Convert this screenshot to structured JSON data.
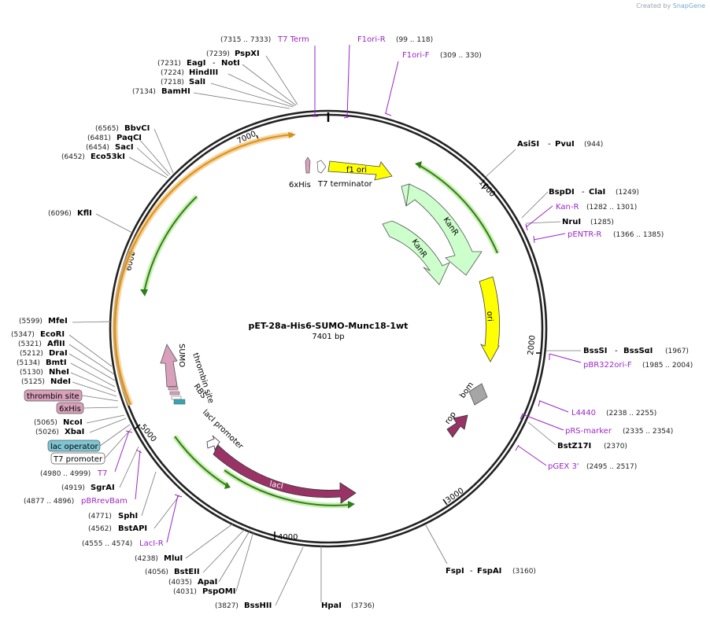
{
  "credit": {
    "prefix": "Created by",
    "brand": "SnapGene"
  },
  "plasmid": {
    "name": "pET-28a-His6-SUMO-Munc18-1wt",
    "size": "7401 bp"
  },
  "ticks": [
    "1000",
    "2000",
    "3000",
    "4000",
    "5000",
    "6000",
    "7000"
  ],
  "colors": {
    "ori": "#ffff00",
    "kanr": "#ccffcc",
    "laci": "#993366",
    "sumo": "#d9a0bb",
    "bom": "#a6a6a6",
    "rop": "#993366",
    "f1ori": "#ffff00"
  },
  "features": {
    "f1ori": "f1 ori",
    "kanr1": "KanR",
    "kanr2": "KanR",
    "ori": "ori",
    "bom": "bom",
    "rop": "rop",
    "laci": "lacI",
    "laci_promoter": "lacI promoter",
    "sumo": "SUMO",
    "thrombin_site": "thrombin site",
    "rbs": "RBS",
    "his6": "6xHis",
    "t7_terminator": "T7 terminator"
  },
  "enzymes": [
    {
      "pos": "(7239)",
      "name": "PspXI"
    },
    {
      "pos": "(7231)",
      "name": "EagI",
      "name2": "NotI"
    },
    {
      "pos": "(7224)",
      "name": "HindIII"
    },
    {
      "pos": "(7218)",
      "name": "SalI"
    },
    {
      "pos": "(7134)",
      "name": "BamHI"
    },
    {
      "pos": "(6565)",
      "name": "BbvCI"
    },
    {
      "pos": "(6481)",
      "name": "PaqCI"
    },
    {
      "pos": "(6454)",
      "name": "SacI"
    },
    {
      "pos": "(6452)",
      "name": "Eco53kI"
    },
    {
      "pos": "(6096)",
      "name": "KflI"
    },
    {
      "pos": "(5599)",
      "name": "MfeI"
    },
    {
      "pos": "(5347)",
      "name": "EcoRI"
    },
    {
      "pos": "(5321)",
      "name": "AflII"
    },
    {
      "pos": "(5212)",
      "name": "DraI"
    },
    {
      "pos": "(5134)",
      "name": "BmtI"
    },
    {
      "pos": "(5130)",
      "name": "NheI"
    },
    {
      "pos": "(5125)",
      "name": "NdeI"
    },
    {
      "pos": "(5065)",
      "name": "NcoI"
    },
    {
      "pos": "(5026)",
      "name": "XbaI"
    },
    {
      "pos": "(4919)",
      "name": "SgrAI"
    },
    {
      "pos": "(4771)",
      "name": "SphI"
    },
    {
      "pos": "(4562)",
      "name": "BstAPI"
    },
    {
      "pos": "(4238)",
      "name": "MluI"
    },
    {
      "pos": "(4056)",
      "name": "BstEII"
    },
    {
      "pos": "(4035)",
      "name": "ApaI"
    },
    {
      "pos": "(4031)",
      "name": "PspOMI"
    },
    {
      "pos": "(3827)",
      "name": "BssHII"
    },
    {
      "name": "HpaI",
      "pos": "(3736)"
    },
    {
      "name": "FspI",
      "name2": "FspAI",
      "pos": "(3160)"
    },
    {
      "name": "BstZ17I",
      "pos": "(2370)"
    },
    {
      "name": "BssSI",
      "name2": "BssSαI",
      "pos": "(1967)"
    },
    {
      "name": "NruI",
      "pos": "(1285)"
    },
    {
      "name": "BspDI",
      "name2": "ClaI",
      "pos": "(1249)"
    },
    {
      "name": "AsiSI",
      "name2": "PvuI",
      "pos": "(944)"
    }
  ],
  "primers": [
    {
      "range": "(7315 .. 7333)",
      "name": "T7 Term"
    },
    {
      "name": "F1ori-R",
      "range": "(99 .. 118)"
    },
    {
      "name": "F1ori-F",
      "range": "(309 .. 330)"
    },
    {
      "name": "Kan-R",
      "range": "(1282 .. 1301)"
    },
    {
      "name": "pENTR-R",
      "range": "(1366 .. 1385)"
    },
    {
      "name": "pBR322ori-F",
      "range": "(1985 .. 2004)"
    },
    {
      "name": "L4440",
      "range": "(2238 .. 2255)"
    },
    {
      "name": "pRS-marker",
      "range": "(2335 .. 2354)"
    },
    {
      "name": "pGEX 3'",
      "range": "(2495 .. 2517)"
    },
    {
      "range": "(4980 .. 4999)",
      "name": "T7"
    },
    {
      "range": "(4877 .. 4896)",
      "name": "pBRrevBam"
    },
    {
      "range": "(4555 .. 4574)",
      "name": "LacI-R"
    }
  ],
  "boxed": {
    "thrombin": "thrombin site",
    "his6": "6xHis",
    "lac_operator": "lac operator",
    "t7_promoter": "T7 promoter"
  }
}
